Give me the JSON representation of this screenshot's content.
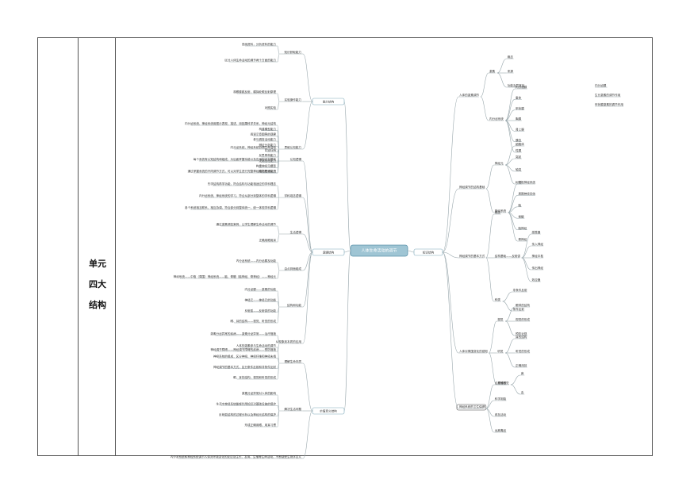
{
  "side_label_lines": [
    "单元",
    "四大",
    "结构"
  ],
  "mindmap": {
    "central": "人体生命活动的调节",
    "left_branches": [
      {
        "label": "能力结构",
        "topics": [
          {
            "label": "知识获取能力",
            "details": [
              "查阅资料，分析资料的能力",
              "区分人体生命活动的调节两个方面的能力"
            ]
          },
          {
            "label": "实验操作能力",
            "details": [
              "观察膝跳反射，模拟眨眼反射原理",
              "对照实验"
            ]
          },
          {
            "label": "思维认知能力",
            "details": [
              "内分泌系统、神经系统用图示表现，描述，用因果科学关系，神经元结构",
              "构建模型能力",
              "阅读示意图等的观察",
              "参与调查活动能力",
              "辨证分析能力",
              "比较归纳",
              "反思再构能力",
              "逻辑推理能力",
              "构建神经元模型",
              "概括思维能力"
            ]
          }
        ]
      },
      {
        "label": "逻辑结构",
        "topics": [
          {
            "label": "认知逻辑",
            "details": [
              "内分泌系统、神经系统协调生命活动",
              "每个系统有认知结构和组成，为后面掌握功能以及应用知识打基础",
              "通过掌握系统的不同调节方式，可以对学生进行完整神经结构知识认识"
            ]
          },
          {
            "label": "学科观念逻辑",
            "details": [
              "先学结构再学功能，符合结构与功能相适应的学科理念",
              "内分泌系统、神经系统的学习，符合从部分到整体的学科逻辑",
              "各个系统相互联系、相互协调，符合部分到整体统一，统一体现学科逻辑"
            ]
          },
          {
            "label": "生活逻辑",
            "details": [
              "通过激素调控案例，让学生理解生命活动的调节",
              "正确用眼用耳"
            ]
          },
          {
            "label": "由点到面组成",
            "details": [
              "内分泌系统——内分泌腺及功能",
              "神经系统——中枢（周围）神经系统——脑、脊髓（脑神经、脊神经）——神经元"
            ]
          },
          {
            "label": "结构和功能",
            "details": [
              "内分泌腺——激素的功能",
              "神经元——神经元的功能",
              "反射弧——反射弧的功能",
              "眼、耳的结构——视觉、听觉的形成"
            ]
          },
          {
            "label": "从现象到本质的应用",
            "details": [
              "激素分泌异常的疾病——激素分泌异常——治疗措施",
              "神经调节障碍——神经调节障碍的疾病——预防措施"
            ]
          }
        ]
      },
      {
        "label": "价值意义结构",
        "topics": [
          {
            "label": "理解生命本质",
            "details": [
              "人体的激素参与生命活动的调节",
              "神经系统的组成，区分神经、神经纤维和神经末梢",
              "神经调节的基本方式，区分条件反射和非条件反射",
              "眼、耳的结构，视觉和听觉的形成"
            ]
          },
          {
            "label": "解决生活问题",
            "details": [
              "激素分泌异常对人体的影响",
              "生活中神经系统能够利用知识对基础设施的保护",
              "反射弧结构的过程分析以及神经元结构的保护",
              "形成正确用眼、用耳习惯"
            ]
          },
          {
            "label": "",
            "details": [
              "内分泌系统和神经系统调节人体对环境变化的反应及生长、发育、生殖等生命活动，不断感受生物学意义"
            ]
          }
        ]
      }
    ],
    "right_branches": [
      {
        "label": "知识结构",
        "topics": [
          {
            "label": "人体的激素调节",
            "children": [
              {
                "label": "激素",
                "children": [
                  "概念",
                  "来源",
                  "功能及异常症"
                ]
              },
              {
                "label": "内分泌系统",
                "children": [
                  "内分泌腺",
                  "垂体",
                  "甲状腺",
                  "胸腺",
                  "肾上腺",
                  "胰岛",
                  "性腺"
                ]
              }
            ],
            "notes": [
              "内分泌腺",
              "生长激素的调节作用",
              "甲状腺激素的调节作用"
            ]
          },
          {
            "label": "神经调节的结构基础",
            "children": [
              {
                "label": "神经元",
                "children": [
                  "细胞体",
                  "突起",
                  "轴突",
                  "树突"
                ]
              },
              {
                "label": "神经系统",
                "children": [
                  "中枢神经系统",
                  "周围神经系统",
                  "脑",
                  "脊髓",
                  "脑神经",
                  "脊神经"
                ]
              }
            ]
          },
          {
            "label": "神经调节的基本方式",
            "children": [
              {
                "label": "概念",
                "children": []
              },
              {
                "label": "结构基础——反射弧",
                "children": [
                  "感受器",
                  "传入神经",
                  "神经中枢",
                  "传出神经",
                  "效应器"
                ]
              },
              {
                "label": "种类",
                "children": [
                  "非条件反射",
                  "条件反射"
                ]
              }
            ]
          },
          {
            "label": "人体对周围变化的感知",
            "children": [
              {
                "label": "视觉",
                "children": [
                  "眼球的结构",
                  "视觉的形成",
                  "预防近视"
                ]
              },
              {
                "label": "听觉",
                "children": [
                  "耳的结构",
                  "听觉的形成",
                  "正确用耳"
                ]
              },
              {
                "label": "其他感觉",
                "children": [
                  "鼻",
                  "舌"
                ]
              }
            ]
          },
          {
            "label": "神经系统的卫生保健",
            "children": [
              {
                "label": "合理睡眠",
                "children": []
              },
              {
                "label": "科学用脑",
                "children": []
              },
              {
                "label": "参加活动",
                "children": []
              },
              {
                "label": "远离毒品",
                "children": []
              }
            ]
          }
        ]
      }
    ]
  },
  "colors": {
    "central_fill": "#9fc5d4",
    "central_stroke": "#5b93ab",
    "branch_stroke": "#7aa7b8",
    "line": "#9aa8ad",
    "text": "#333333",
    "grid": "#555555"
  }
}
